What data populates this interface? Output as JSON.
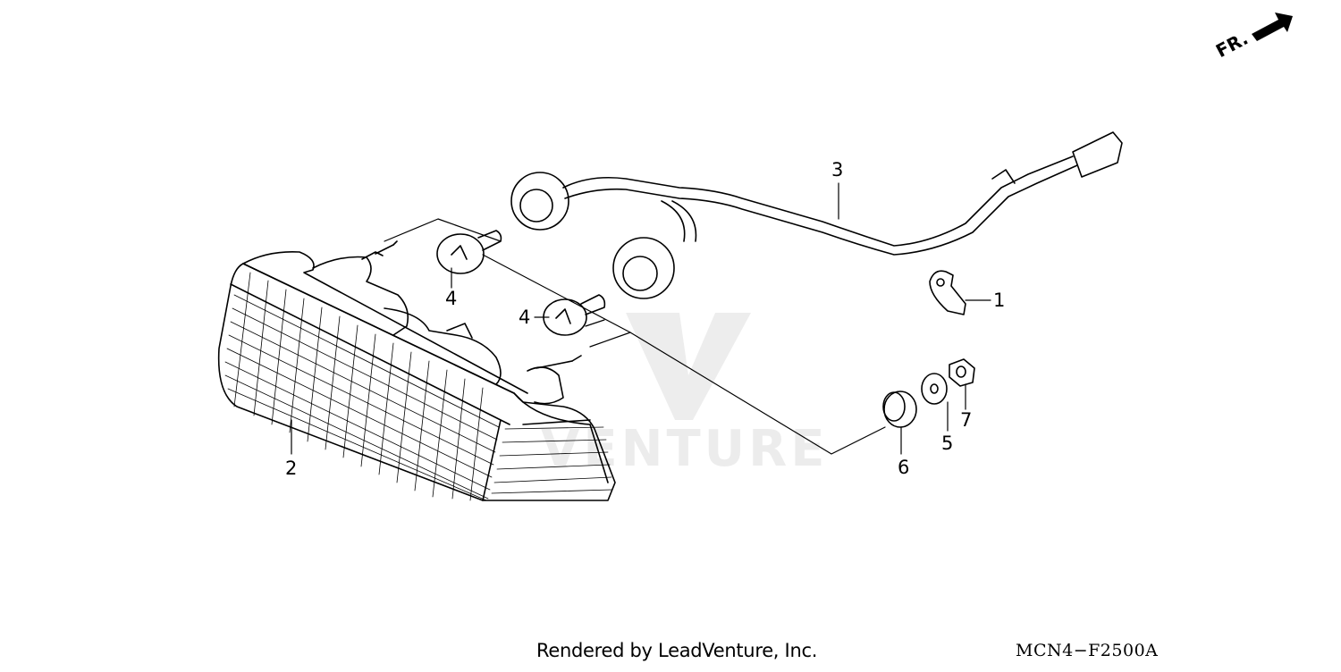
{
  "callouts": {
    "c1": "1",
    "c2": "2",
    "c3": "3",
    "c4a": "4",
    "c4b": "4",
    "c5": "5",
    "c6": "6",
    "c7": "7"
  },
  "orientation_label": "FR.",
  "watermark_text": "VENTURE",
  "footer": {
    "credit": "Rendered by LeadVenture, Inc.",
    "diagram_code": "MCN4−F2500A"
  },
  "colors": {
    "line": "#000000",
    "background": "#ffffff"
  }
}
